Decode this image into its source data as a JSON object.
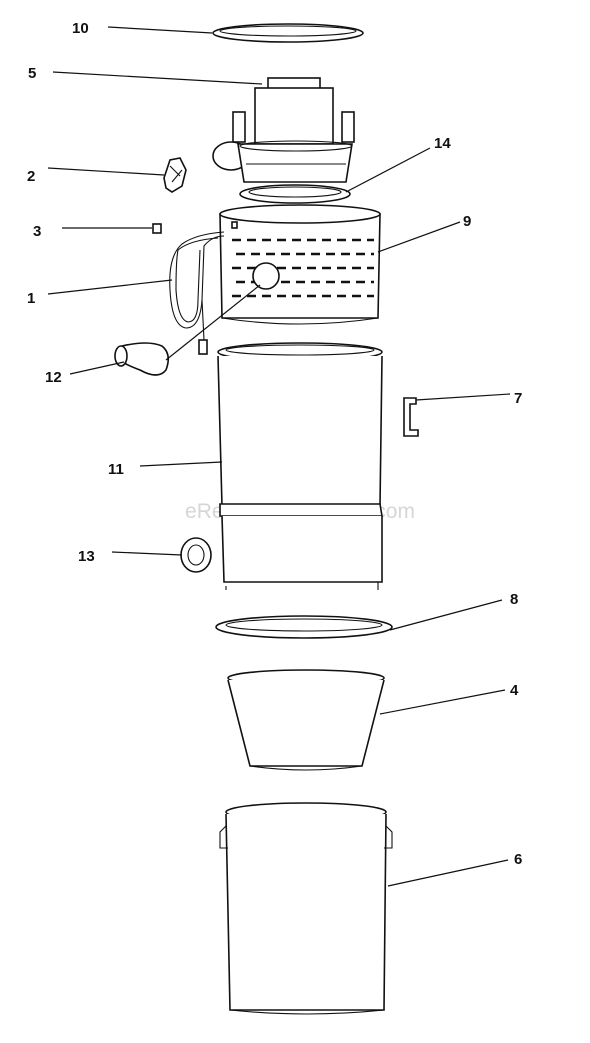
{
  "watermark": "eReplacementParts.com",
  "labels": [
    "10",
    "5",
    "14",
    "2",
    "3",
    "9",
    "1",
    "12",
    "7",
    "11",
    "13",
    "8",
    "4",
    "6"
  ]
}
